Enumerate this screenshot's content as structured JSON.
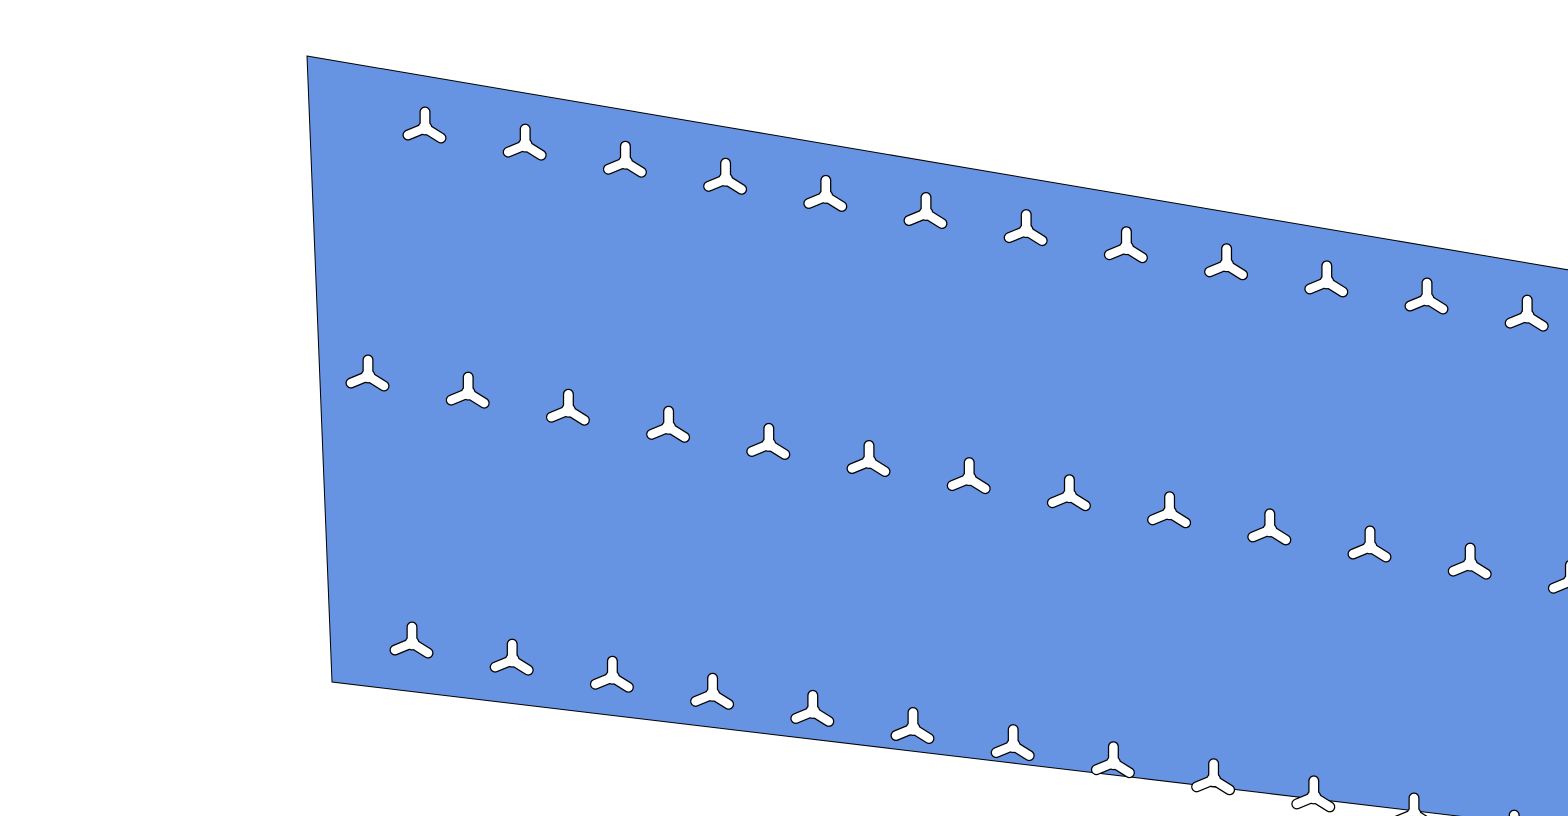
{
  "viewport": {
    "background_color": "#ffffff",
    "plate_color": "#6693e2",
    "hole_color": "#ffffff",
    "edge_color": "#000000"
  },
  "plate": {
    "hole_shape": "tri-lobe",
    "rows": [
      {
        "visible_holes": 12
      },
      {
        "visible_holes": 13
      },
      {
        "visible_holes": 12
      }
    ]
  }
}
